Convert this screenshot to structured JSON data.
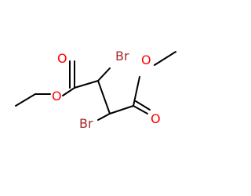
{
  "molecule": {
    "atoms": [
      {
        "id": "o_carbonyl_left",
        "symbol": "O",
        "color": "#ff0000"
      },
      {
        "id": "o_ether_left",
        "symbol": "O",
        "color": "#ff0000"
      },
      {
        "id": "br_top",
        "symbol": "Br",
        "color": "#a52a2a"
      },
      {
        "id": "br_bottom",
        "symbol": "Br",
        "color": "#a52a2a"
      },
      {
        "id": "o_ether_right",
        "symbol": "O",
        "color": "#ff0000"
      },
      {
        "id": "o_carbonyl_right",
        "symbol": "O",
        "color": "#ff0000"
      }
    ],
    "bond_color": "#000000",
    "background": "#ffffff"
  }
}
